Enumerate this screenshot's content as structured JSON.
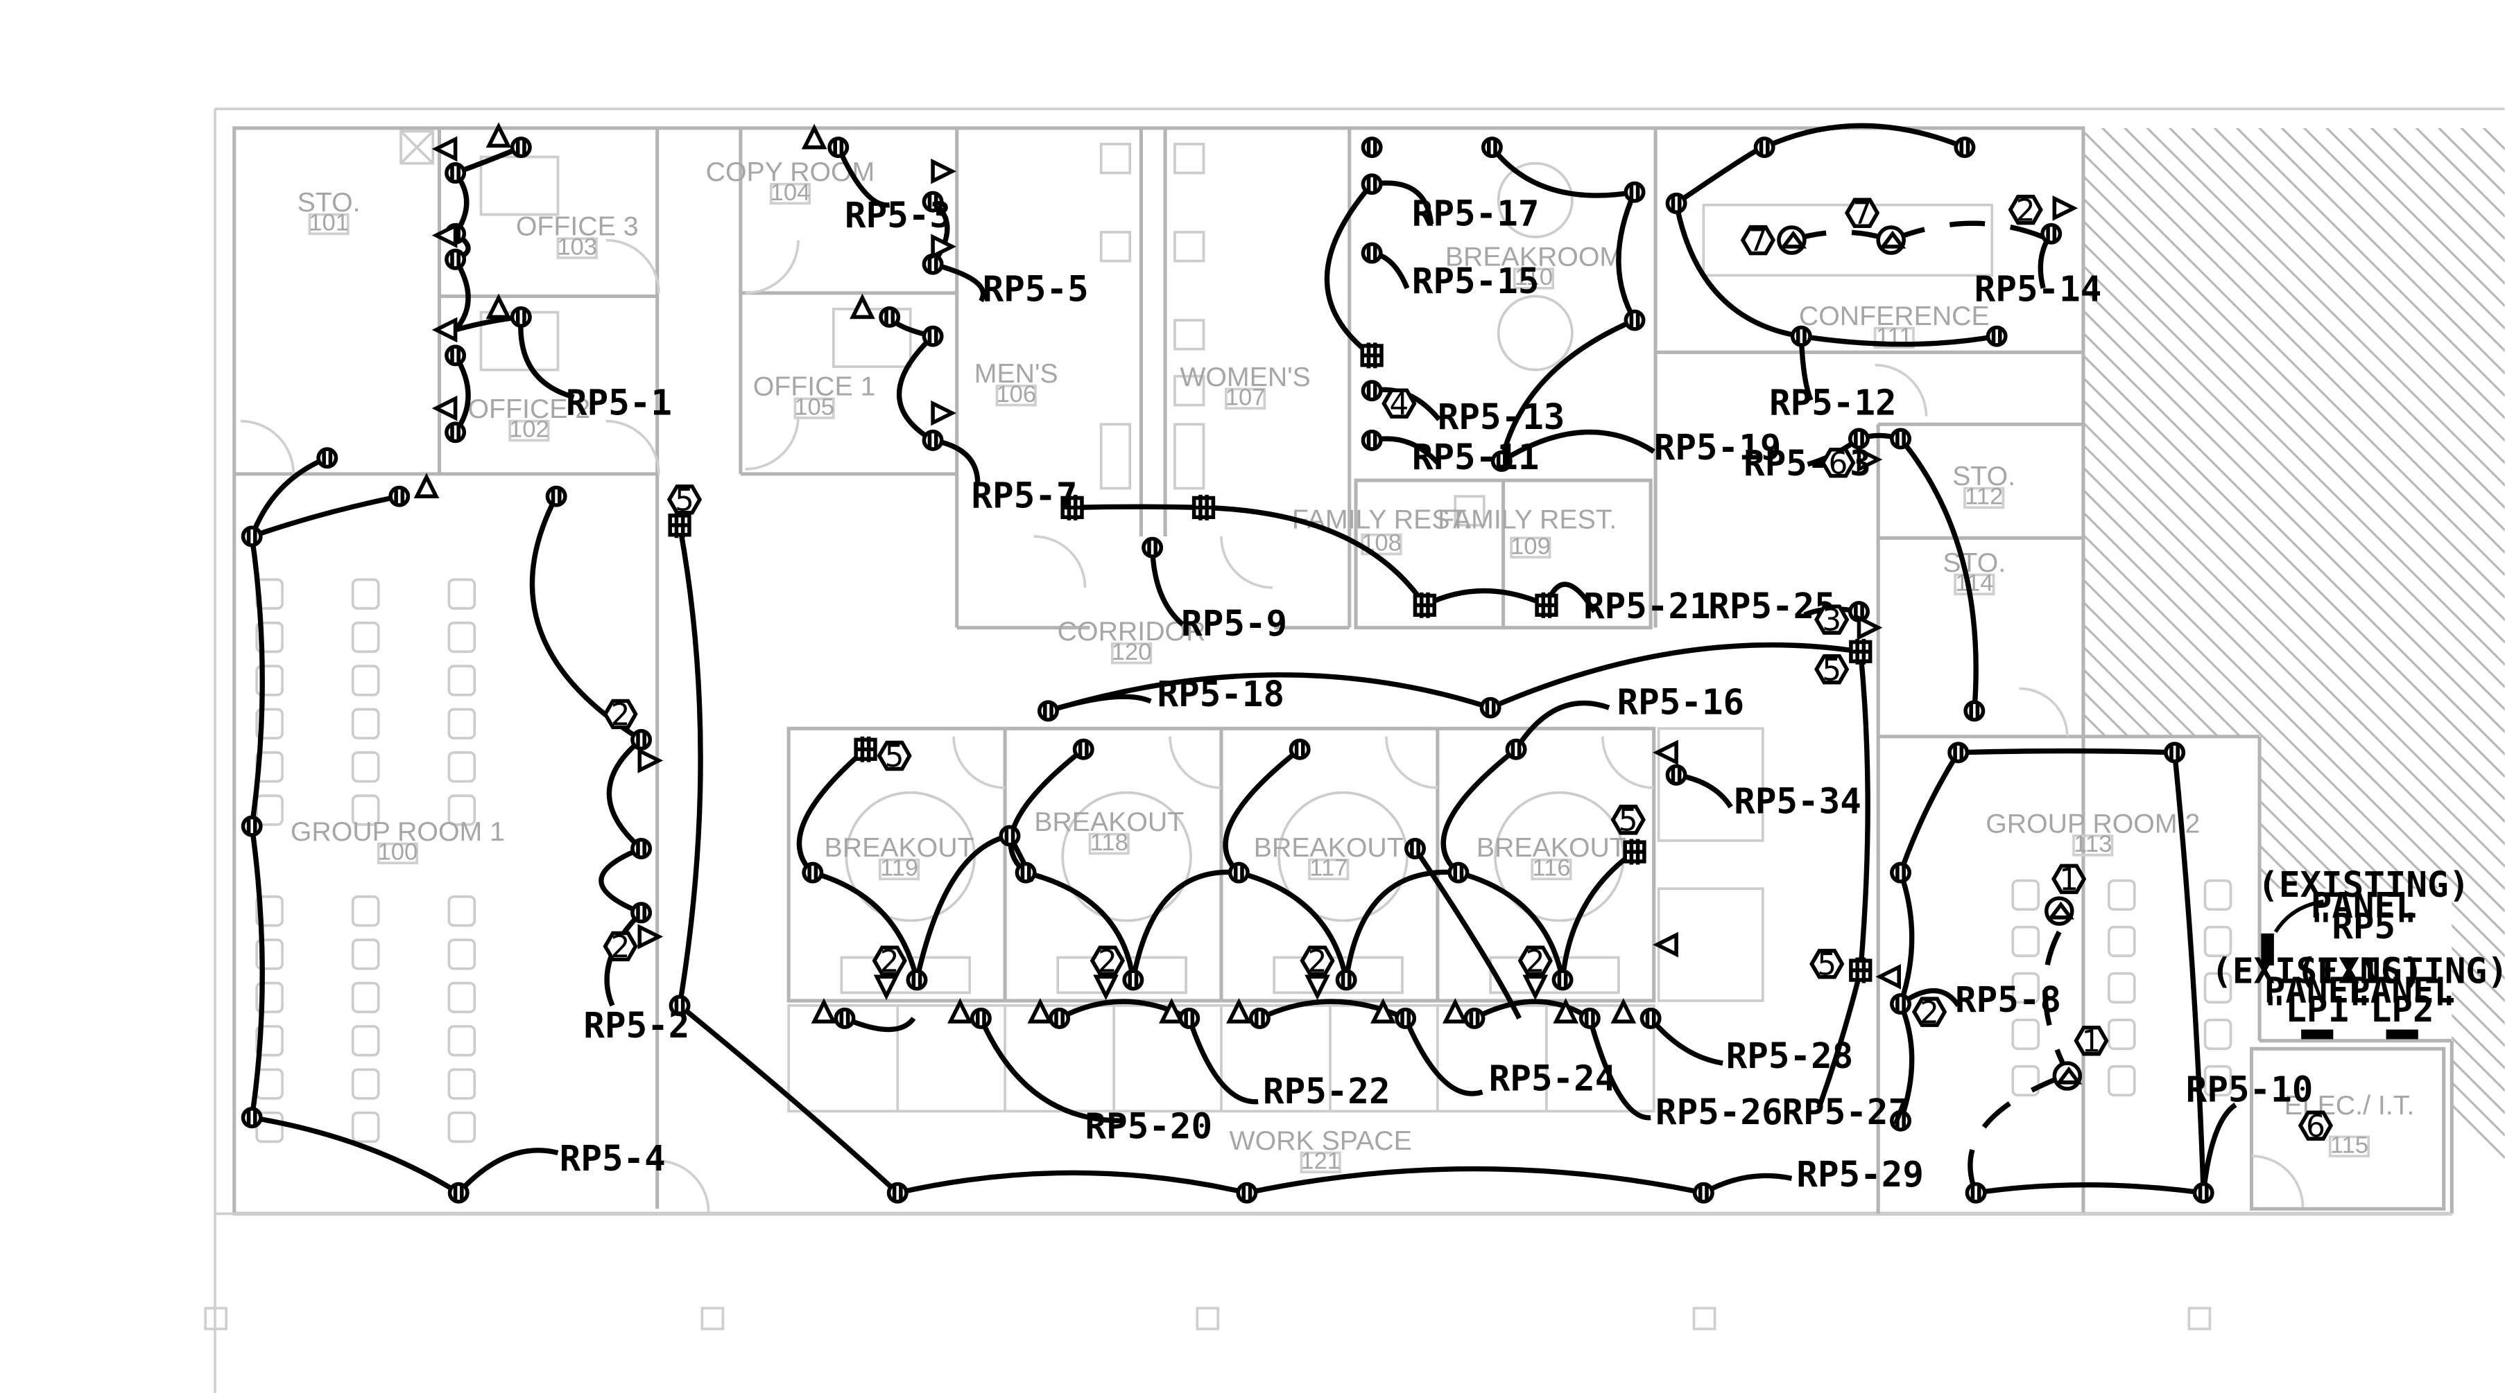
{
  "rooms": [
    {
      "id": "r101",
      "name": "STO.",
      "num": "101"
    },
    {
      "id": "r103",
      "name": "OFFICE 3",
      "num": "103"
    },
    {
      "id": "r102",
      "name": "OFFICE 2",
      "num": "102"
    },
    {
      "id": "r104",
      "name": "COPY ROOM",
      "num": "104"
    },
    {
      "id": "r105",
      "name": "OFFICE 1",
      "num": "105"
    },
    {
      "id": "r106",
      "name": "MEN'S",
      "num": "106"
    },
    {
      "id": "r107",
      "name": "WOMEN'S",
      "num": "107"
    },
    {
      "id": "r110",
      "name": "BREAKROOM",
      "num": "110"
    },
    {
      "id": "r111",
      "name": "CONFERENCE",
      "num": "111"
    },
    {
      "id": "r112",
      "name": "STO.",
      "num": "112"
    },
    {
      "id": "r114",
      "name": "STO.",
      "num": "114"
    },
    {
      "id": "r108",
      "name": "FAMILY REST.",
      "num": "108"
    },
    {
      "id": "r109",
      "name": "FAMILY REST.",
      "num": "109"
    },
    {
      "id": "r120",
      "name": "CORRIDOR",
      "num": "120"
    },
    {
      "id": "r100",
      "name": "GROUP ROOM 1",
      "num": "100"
    },
    {
      "id": "r119",
      "name": "BREAKOUT",
      "num": "119"
    },
    {
      "id": "r118",
      "name": "BREAKOUT",
      "num": "118"
    },
    {
      "id": "r117",
      "name": "BREAKOUT",
      "num": "117"
    },
    {
      "id": "r116",
      "name": "BREAKOUT",
      "num": "116"
    },
    {
      "id": "r113",
      "name": "GROUP ROOM 2",
      "num": "113"
    },
    {
      "id": "r121",
      "name": "WORK SPACE",
      "num": "121"
    },
    {
      "id": "r115",
      "name": "ELEC./ I.T.",
      "num": "115"
    }
  ],
  "circuits": [
    "RP5-1",
    "RP5-2",
    "RP5-3",
    "RP5-4",
    "RP5-5",
    "RP5-7",
    "RP5-8",
    "RP5-9",
    "RP5-10",
    "RP5-11",
    "RP5-12",
    "RP5-13",
    "RP5-14",
    "RP5-15",
    "RP5-16",
    "RP5-17",
    "RP5-18",
    "RP5-19",
    "RP5-20",
    "RP5-21",
    "RP5-22",
    "RP5-23",
    "RP5-24",
    "RP5-25",
    "RP5-26",
    "RP5-27",
    "RP5-28",
    "RP5-29",
    "RP5-34"
  ],
  "tags": [
    "1",
    "2",
    "3",
    "4",
    "5",
    "6",
    "7"
  ],
  "notes": {
    "panel_rp5": [
      "(EXISTING)",
      "PANEL",
      "\"RP5\""
    ],
    "panel_lp1": [
      "(EXISTING)",
      "PANEL",
      "\"LP1\""
    ],
    "panel_lp2": [
      "(EXISTING)",
      "PANEL",
      "\"LP2\""
    ]
  }
}
